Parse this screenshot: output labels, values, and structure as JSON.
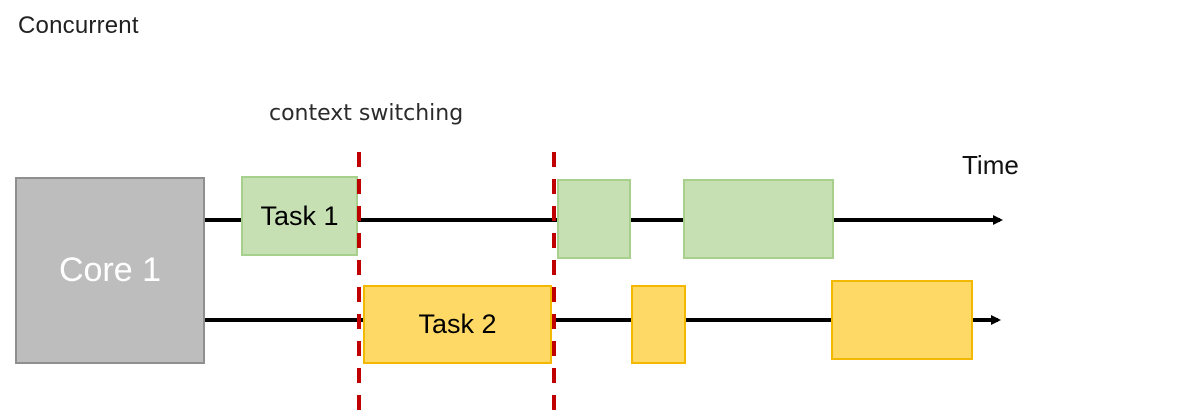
{
  "title": "Concurrent",
  "annotation": "context switching",
  "axis_label": "Time",
  "core_label": "Core 1",
  "task1_label": "Task 1",
  "task2_label": "Task 2",
  "colors": {
    "task1_fill": "#c6e0b4",
    "task2_fill": "#ffd966",
    "core_fill": "#bdbdbd",
    "switch_line": "#c00000",
    "timeline": "#000000"
  }
}
